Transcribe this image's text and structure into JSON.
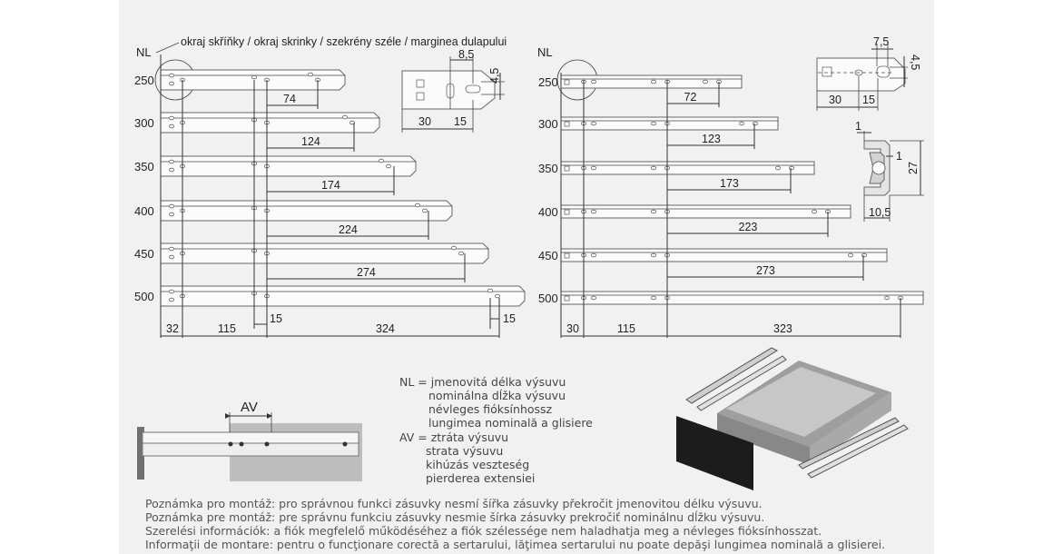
{
  "left": {
    "nl": "NL",
    "caption": "okraj skříňky / okraj skrinky / szekrény széle / marginea dulapului",
    "rows": [
      {
        "length": "250",
        "dim": "74"
      },
      {
        "length": "300",
        "dim": "124"
      },
      {
        "length": "350",
        "dim": "174"
      },
      {
        "length": "400",
        "dim": "224"
      },
      {
        "length": "450",
        "dim": "274"
      },
      {
        "length": "500",
        "dim": ""
      }
    ],
    "bottom": {
      "a": "32",
      "b": "115",
      "c": "15",
      "d": "324",
      "e": "15"
    },
    "detail": {
      "w1": "8,5",
      "h1": "4,5",
      "a": "30",
      "b": "15"
    }
  },
  "right": {
    "nl": "NL",
    "rows": [
      {
        "length": "250",
        "dim": "72"
      },
      {
        "length": "300",
        "dim": "123"
      },
      {
        "length": "350",
        "dim": "173"
      },
      {
        "length": "400",
        "dim": "223"
      },
      {
        "length": "450",
        "dim": "273"
      },
      {
        "length": "500",
        "dim": ""
      }
    ],
    "bottom": {
      "a": "30",
      "b": "115",
      "c": "323"
    },
    "detail": {
      "w1": "7,5",
      "h1": "4,5",
      "a": "30",
      "b": "15"
    },
    "profile": {
      "t1": "1",
      "t2": "1",
      "h": "27",
      "w": "10,5"
    }
  },
  "av": "AV",
  "legend": {
    "nl_lines": [
      "NL = jmenovitá délka výsuvu",
      "nominálna dĺžka výsuvu",
      "névleges fióksínhossz",
      " lungimea nominală a glisiere"
    ],
    "av_lines": [
      "AV = ztráta výsuvu",
      "strata výsuvu",
      "kihúzás veszteség",
      "pierderea extensiei"
    ]
  },
  "notes": [
    "Poznámka pro montáž: pro správnou funkci zásuvky nesmí šířka zásuvky překročit jmenovitou délku výsuvu.",
    "Poznámka pre montáž: pre správnu funkciu zásuvky nesmie šírka zásuvky prekročiť nominálnu dĺžku výsuvu.",
    "Szerelési információk: a fiók megfelelő működéséhez a fiók szélessége nem haladhatja meg a névleges fióksínhosszat.",
    "Informaţii de montare: pentru o funcţionare corectă a sertarului, lăţimea sertarului nu poate depăşi lungimea nominală a glisierei."
  ]
}
